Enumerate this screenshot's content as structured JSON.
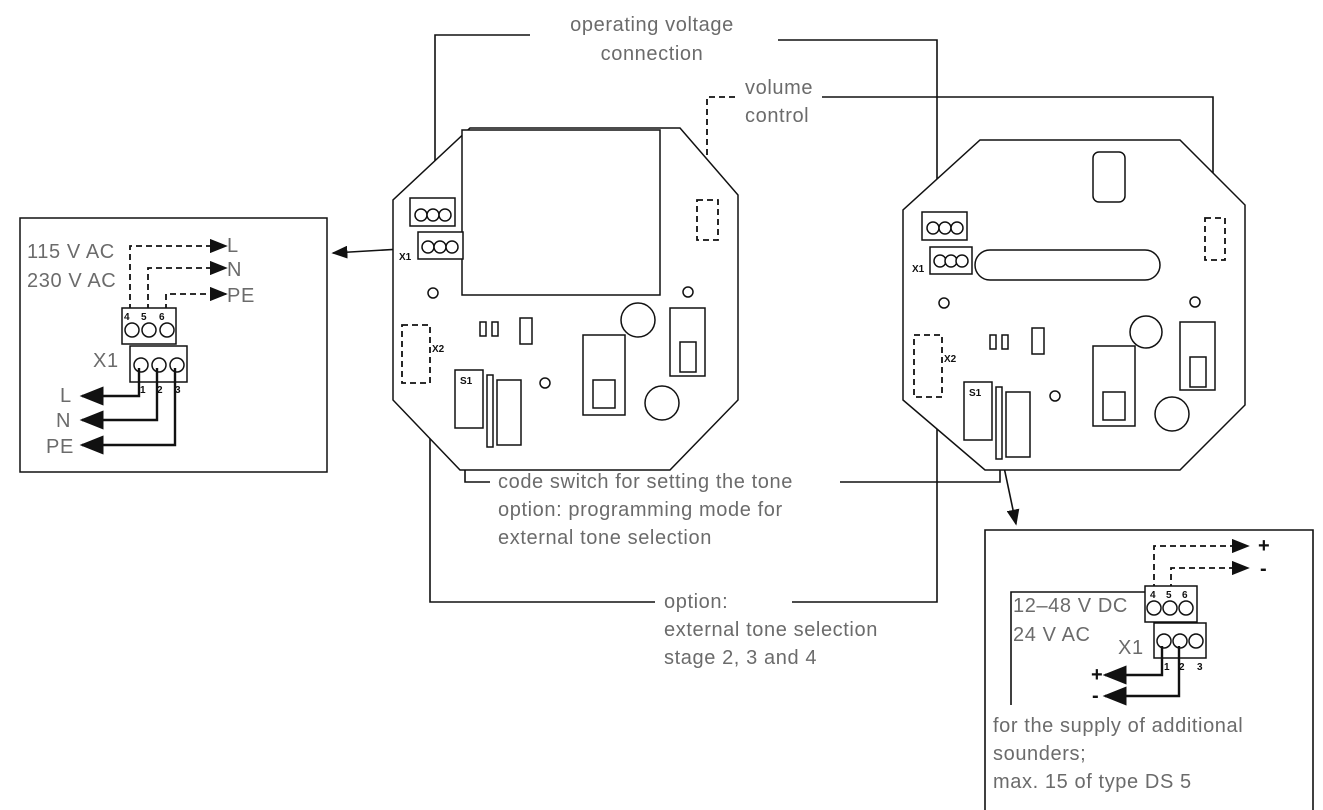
{
  "labels": {
    "operating_voltage": [
      "operating voltage",
      "connection"
    ],
    "volume_control": [
      "volume",
      "control"
    ],
    "code_switch": [
      "code switch for setting the tone",
      "option: programming mode for",
      "external tone selection"
    ],
    "option_external": [
      "option:",
      "external tone selection",
      "stage 2, 3 and 4"
    ]
  },
  "left_box": {
    "voltages": [
      "115 V AC",
      "230 V AC"
    ],
    "outputs": [
      "L",
      "N",
      "PE"
    ],
    "inputs": [
      "L",
      "N",
      "PE"
    ],
    "terminal": "X1",
    "upper_pins": [
      "4",
      "5",
      "6"
    ],
    "lower_pins": [
      "1",
      "2",
      "3"
    ]
  },
  "right_box": {
    "voltages": [
      "12–48 V DC",
      "24 V AC"
    ],
    "outputs": [
      "+",
      "-"
    ],
    "inputs": [
      "+",
      "-"
    ],
    "terminal": "X1",
    "upper_pins": [
      "4",
      "5",
      "6"
    ],
    "lower_pins": [
      "1",
      "2",
      "3"
    ],
    "note": [
      "for the supply of additional",
      "sounders;",
      "max. 15 of type DS 5"
    ]
  },
  "boards": {
    "left": {
      "x1": "X1",
      "x2": "X2",
      "s1": "S1"
    },
    "right": {
      "x1": "X1",
      "x2": "X2",
      "s1": "S1"
    }
  }
}
